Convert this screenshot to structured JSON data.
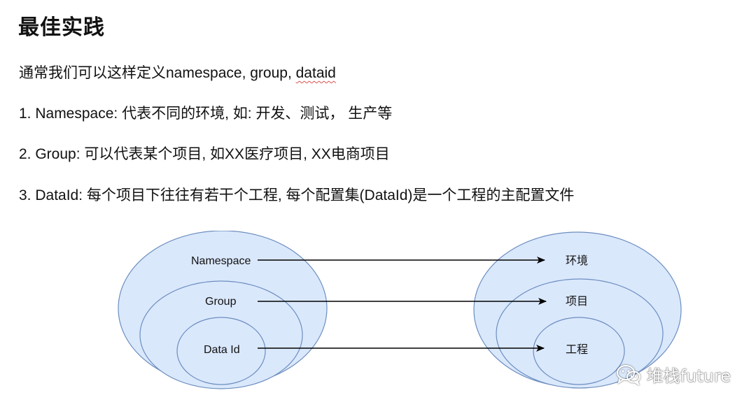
{
  "title": "最佳实践",
  "intro": {
    "prefix": "通常我们可以这样定义namespace, group, ",
    "underlined": "dataid"
  },
  "items": [
    "1. Namespace: 代表不同的环境, 如: 开发、测试，  生产等",
    "2. Group: 可以代表某个项目, 如XX医疗项目, XX电商项目",
    "3. DataId: 每个项目下往往有若干个工程, 每个配置集(DataId)是一个工程的主配置文件"
  ],
  "diagram": {
    "left_labels": [
      "Namespace",
      "Group",
      "Data Id"
    ],
    "right_labels": [
      "环境",
      "项目",
      "工程"
    ],
    "colors": {
      "fill": "#dae8fc",
      "stroke": "#6c8ebf",
      "arrow": "#000000"
    }
  },
  "watermark": {
    "text": "堆栈future",
    "icon": "wechat-icon"
  }
}
